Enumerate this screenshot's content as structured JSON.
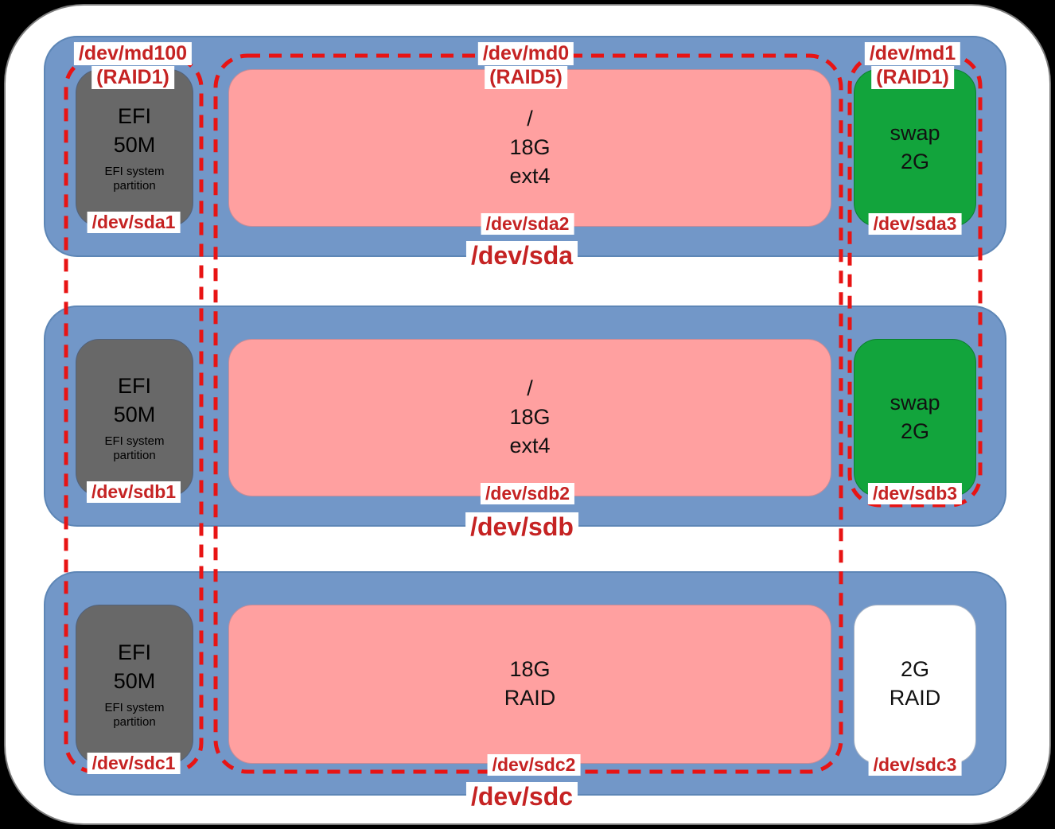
{
  "colors": {
    "disk_blue": "#7297C8",
    "efi_gray": "#686868",
    "root_pink": "#FFA0A0",
    "swap_green": "#12A43C",
    "spare_white": "#FFFFFF",
    "raid_dash_red": "#E81414",
    "label_red": "#C52323"
  },
  "raids": [
    {
      "name": "/dev/md100",
      "level": "(RAID1)"
    },
    {
      "name": "/dev/md0",
      "level": "(RAID5)"
    },
    {
      "name": "/dev/md1",
      "level": "(RAID1)"
    }
  ],
  "disks": [
    {
      "name": "/dev/sda",
      "partitions": [
        {
          "device": "/dev/sda1",
          "l1": "EFI",
          "l2": "50M",
          "sub": "EFI system partition"
        },
        {
          "device": "/dev/sda2",
          "l1": "/",
          "l2": "18G",
          "l3": "ext4"
        },
        {
          "device": "/dev/sda3",
          "l1": "swap",
          "l2": "2G"
        }
      ]
    },
    {
      "name": "/dev/sdb",
      "partitions": [
        {
          "device": "/dev/sdb1",
          "l1": "EFI",
          "l2": "50M",
          "sub": "EFI system partition"
        },
        {
          "device": "/dev/sdb2",
          "l1": "/",
          "l2": "18G",
          "l3": "ext4"
        },
        {
          "device": "/dev/sdb3",
          "l1": "swap",
          "l2": "2G"
        }
      ]
    },
    {
      "name": "/dev/sdc",
      "partitions": [
        {
          "device": "/dev/sdc1",
          "l1": "EFI",
          "l2": "50M",
          "sub": "EFI system partition"
        },
        {
          "device": "/dev/sdc2",
          "l1": "18G",
          "l2": "RAID"
        },
        {
          "device": "/dev/sdc3",
          "l1": "2G",
          "l2": "RAID"
        }
      ]
    }
  ]
}
